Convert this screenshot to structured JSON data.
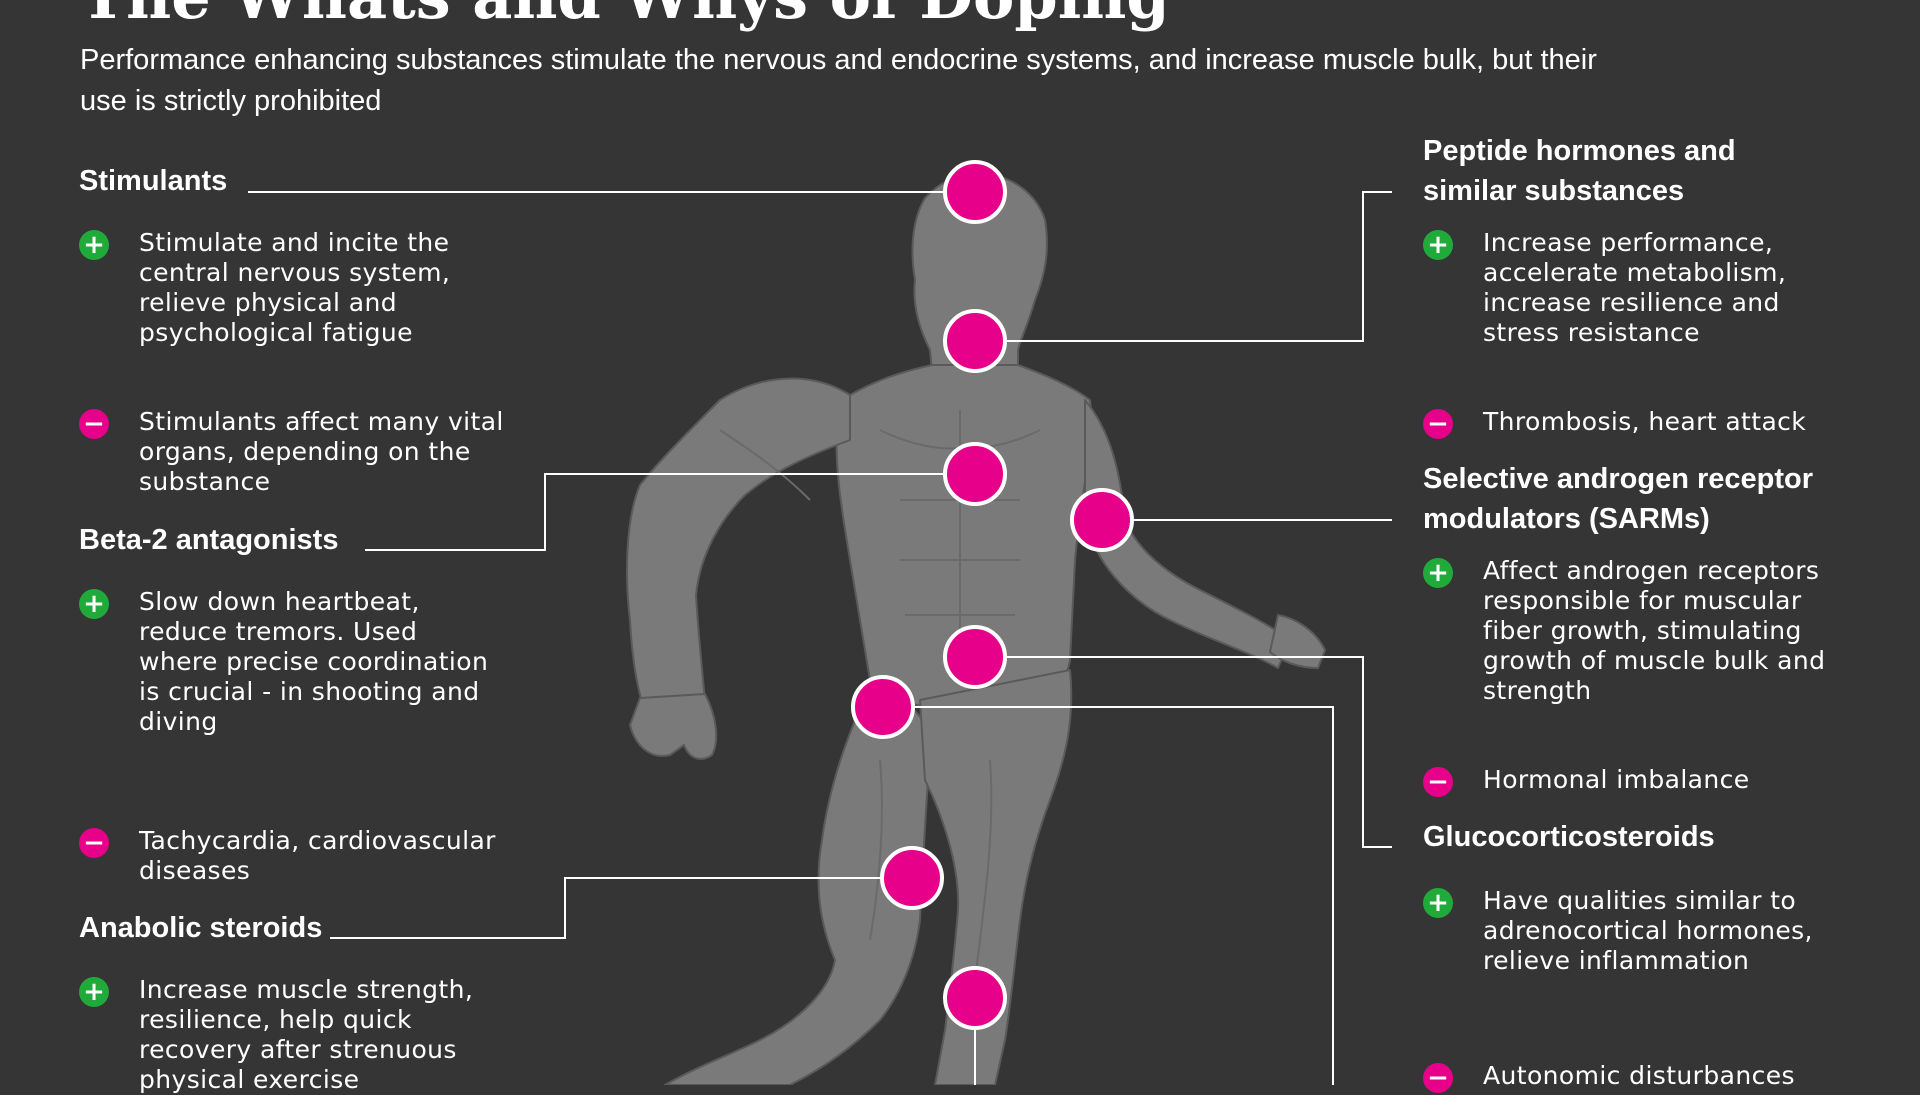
{
  "title": "The Whats and Whys of Doping",
  "subtitle": "Performance enhancing substances stimulate the nervous and endocrine systems, and increase muscle bulk, but their use is strictly prohibited",
  "colors": {
    "background": "#353535",
    "marker": "#e6008a",
    "plus": "#1faa3a",
    "minus": "#e6008a",
    "body": "#7a7a7a",
    "line": "#ffffff"
  },
  "icons": {
    "plus": "+",
    "minus": "−"
  },
  "sections": {
    "stimulants": {
      "heading": "Stimulants",
      "pro": "Stimulate and incite the central nervous system, relieve physical and psychological fatigue",
      "con": "Stimulants affect many vital organs, depending on the substance"
    },
    "beta2": {
      "heading": "Beta-2 antagonists",
      "pro": "Slow down heartbeat, reduce tremors. Used where precise coordination is crucial - in shooting and diving",
      "con": "Tachycardia, cardiovascular diseases"
    },
    "anabolic": {
      "heading": "Anabolic steroids",
      "pro": "Increase muscle strength, resilience, help quick recovery after strenuous physical exercise"
    },
    "peptide": {
      "heading": "Peptide hormones and similar substances",
      "pro": "Increase performance, accelerate metabolism, increase resilience and stress resistance",
      "con": "Thrombosis, heart attack"
    },
    "sarms": {
      "heading": "Selective androgen receptor modulators (SARMs)",
      "pro": "Affect androgen receptors responsible for muscular fiber growth, stimulating growth of muscle bulk and strength",
      "con": "Hormonal imbalance"
    },
    "gluco": {
      "heading": "Glucocorticosteroids",
      "pro": "Have qualities similar to adrenocortical hormones, relieve inflammation",
      "con": "Autonomic disturbances"
    }
  }
}
